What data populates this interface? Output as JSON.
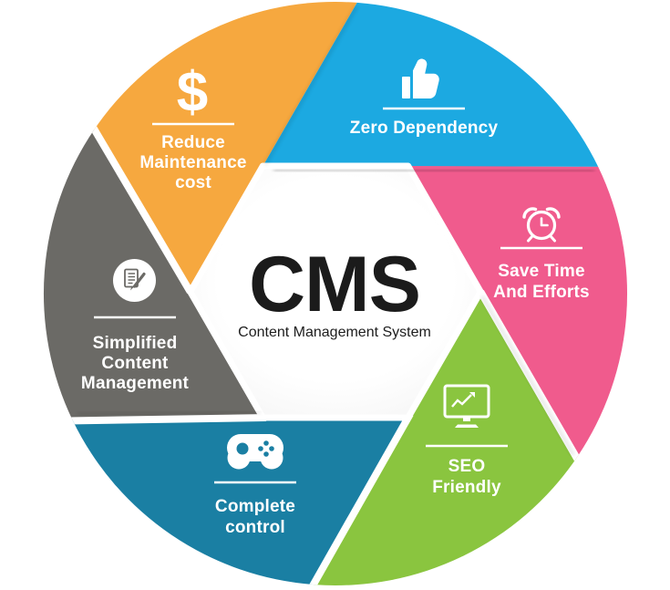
{
  "title": "CMS",
  "subtitle": "Content Management System",
  "title_color": "#1b1b1b",
  "text_color": "#ffffff",
  "background_color": "#ffffff",
  "center_shape": "white-hexagon",
  "segments": [
    {
      "name": "zero-dependency",
      "icon": "thumbs-up-icon",
      "color": "#1CA9E1",
      "label_lines": [
        "Zero Dependency"
      ]
    },
    {
      "name": "save-time-and-efforts",
      "icon": "alarm-clock-icon",
      "color": "#F05B8D",
      "label_lines": [
        "Save Time",
        "And Efforts"
      ]
    },
    {
      "name": "seo-friendly",
      "icon": "monitor-chart-icon",
      "color": "#8AC53F",
      "label_lines": [
        "SEO",
        "Friendly"
      ]
    },
    {
      "name": "complete-control",
      "icon": "game-controller-icon",
      "color": "#1A7FA3",
      "label_lines": [
        "Complete",
        "control"
      ]
    },
    {
      "name": "simplified-content-management",
      "icon": "document-edit-icon",
      "color": "#6B6A66",
      "label_lines": [
        "Simplified",
        "Content",
        "Management"
      ]
    },
    {
      "name": "reduce-maintenance-cost",
      "icon": "dollar-icon",
      "icon_glyph": "$",
      "color": "#F6A83F",
      "label_lines": [
        "Reduce",
        "Maintenance",
        "cost"
      ]
    }
  ]
}
